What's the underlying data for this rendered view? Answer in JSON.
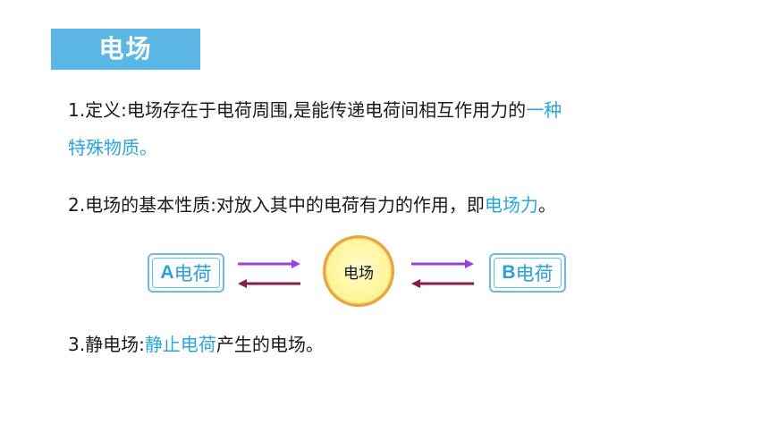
{
  "title": "电场",
  "definition": {
    "prefix": "1.定义:电场存在于电荷周围,是能传递电荷间相互作用力的",
    "highlight_line1": "一种",
    "highlight_line2": "特殊物质",
    "suffix": "。"
  },
  "property": {
    "prefix": "2.电场的基本性质:对放入其中的电荷有力的作用，即",
    "highlight": "电场力",
    "suffix": "。"
  },
  "diagram": {
    "left_box": {
      "letter": "A",
      "text": "电荷"
    },
    "center": "电场",
    "right_box": {
      "letter": "B",
      "text": "电荷"
    },
    "arrow_out_color": "#9b3fe0",
    "arrow_in_color": "#8a1a4a"
  },
  "static_field": {
    "prefix": "3.静电场:",
    "highlight": "静止电荷",
    "suffix": "产生的电场。"
  },
  "colors": {
    "accent": "#5bb8e6",
    "highlight": "#27a6dd"
  }
}
